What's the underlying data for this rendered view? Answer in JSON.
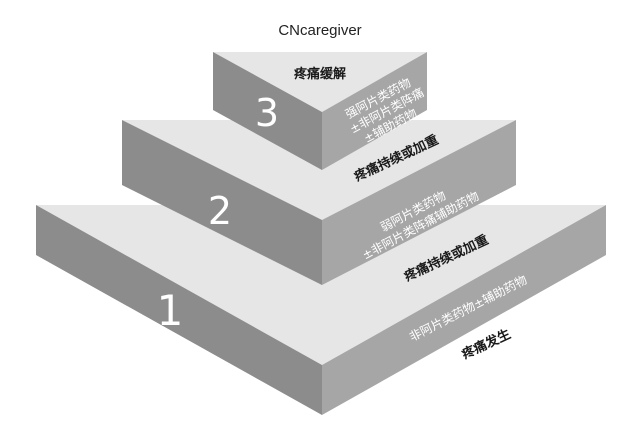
{
  "title": "CNcaregiver",
  "colors": {
    "top_face": "#e6e6e6",
    "left_face": "#8c8c8c",
    "right_face": "#a6a6a6",
    "number_text": "#ffffff",
    "dark_text": "#1a1a1a"
  },
  "tiers": [
    {
      "number": "1",
      "condition": "疼痛发生",
      "drugs_line1": "非阿片类药物±辅助药物",
      "drugs_line2": ""
    },
    {
      "number": "2",
      "condition": "疼痛持续或加重",
      "drugs_line1": "弱阿片类药物",
      "drugs_line2": "±非阿片类阵痛辅助药物"
    },
    {
      "number": "3",
      "condition": "疼痛缓解",
      "condition2": "疼痛持续或加重",
      "drugs_line1": "强阿片类药物",
      "drugs_line2": "±非阿片类阵痛",
      "drugs_line3": "±辅助药物"
    }
  ]
}
